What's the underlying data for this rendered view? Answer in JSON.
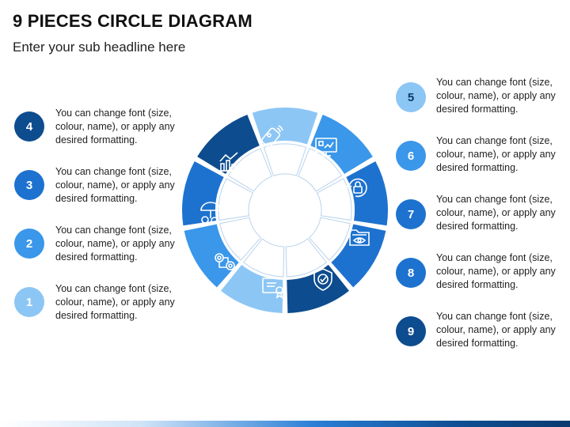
{
  "header": {
    "title": "9 PIECES CIRCLE DIAGRAM",
    "subtitle": "Enter your sub headline here"
  },
  "items": [
    {
      "number": "1",
      "text": "You can change font (size, colour, name), or apply any desired formatting.",
      "color": "#8cc6f5",
      "icon": "certificate-icon"
    },
    {
      "number": "2",
      "text": "You can change font (size, colour, name), or apply any desired formatting.",
      "color": "#3a97ea",
      "icon": "gears-icon"
    },
    {
      "number": "3",
      "text": "You can change font (size, colour, name), or apply any desired formatting.",
      "color": "#1d72cf",
      "icon": "umbrella-money-icon"
    },
    {
      "number": "4",
      "text": "You can change font (size, colour, name), or apply any desired formatting.",
      "color": "#0d4c8e",
      "icon": "bar-chart-icon"
    },
    {
      "number": "5",
      "text": "You can change font (size, colour, name), or apply any desired formatting.",
      "color": "#8cc6f5",
      "icon": "remote-control-icon"
    },
    {
      "number": "6",
      "text": "You can change font (size, colour, name), or apply any desired formatting.",
      "color": "#3a97ea",
      "icon": "monitor-dashboard-icon"
    },
    {
      "number": "7",
      "text": "You can change font (size, colour, name), or apply any desired formatting.",
      "color": "#1d72cf",
      "icon": "lock-cycle-icon"
    },
    {
      "number": "8",
      "text": "You can change font (size, colour, name), or apply any desired formatting.",
      "color": "#1d72cf",
      "icon": "folder-eye-icon"
    },
    {
      "number": "9",
      "text": "You can change font (size, colour, name), or apply any desired formatting.",
      "color": "#0d4c8e",
      "icon": "shield-check-icon"
    }
  ]
}
